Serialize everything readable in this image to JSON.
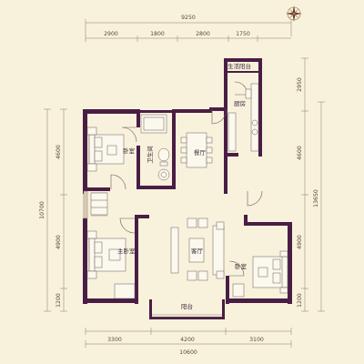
{
  "dimensions": {
    "top_total": "9250",
    "top_segments": [
      "2900",
      "1800",
      "2800",
      "1750"
    ],
    "bottom_segments": [
      "3300",
      "4200",
      "3100"
    ],
    "bottom_total": "10600",
    "left_total": "10700",
    "left_segments": [
      "4600",
      "4900",
      "1200"
    ],
    "right_total": "13650",
    "right_segments": [
      "2950",
      "4600",
      "4900",
      "1200"
    ]
  },
  "rooms": {
    "balcony_service": "生活阳台",
    "kitchen": "厨房",
    "bathroom": "卫生间",
    "bedroom_top": "卧室",
    "dining": "餐厅",
    "living": "客厅",
    "master_bedroom": "主卧室",
    "bedroom_right": "卧室",
    "balcony": "阳台"
  },
  "colors": {
    "background": "#f8f2dc",
    "wall": "#4a1d45",
    "dimension": "#8a7a60"
  },
  "icons": [
    "compass-icon"
  ]
}
